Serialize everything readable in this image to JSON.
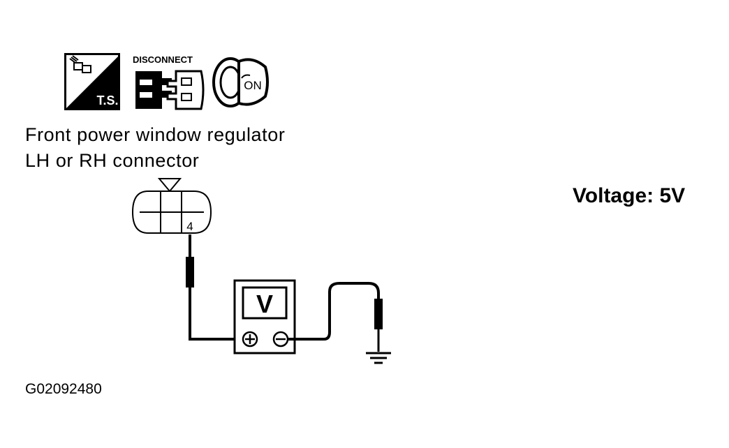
{
  "icons": {
    "test_symbol": {
      "name": "ts-test-icon",
      "label": "T.S."
    },
    "disconnect": {
      "name": "disconnect-connector-icon",
      "label": "DISCONNECT"
    },
    "ignition": {
      "name": "ignition-key-on-icon",
      "label": "ON"
    }
  },
  "caption": {
    "line1": "Front power window regulator",
    "line2": "LH or RH connector"
  },
  "connector": {
    "terminal": "4"
  },
  "meter": {
    "symbol": "V",
    "plus": "⊕",
    "minus": "⊖"
  },
  "result": {
    "voltage": "Voltage: 5V"
  },
  "figure_id": "G02092480"
}
